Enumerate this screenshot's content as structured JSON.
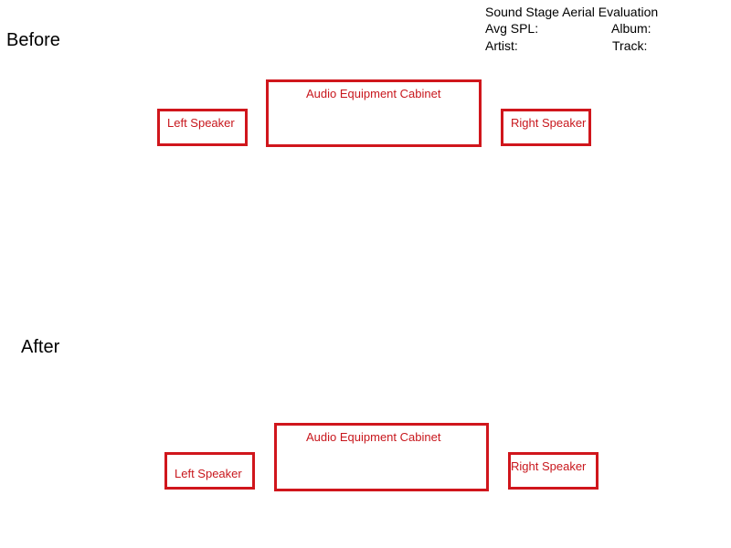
{
  "info": {
    "title": "Sound Stage Aerial Evaluation",
    "avg_spl_label": "Avg SPL:",
    "album_label": "Album:",
    "artist_label": "Artist:",
    "track_label": "Track:"
  },
  "before": {
    "label": "Before",
    "left_speaker": "Left Speaker",
    "cabinet": "Audio Equipment Cabinet",
    "right_speaker": "Right Speaker"
  },
  "after": {
    "label": "After",
    "left_speaker": "Left Speaker",
    "cabinet": "Audio Equipment Cabinet",
    "right_speaker": "Right Speaker"
  },
  "colors": {
    "box_border": "#d0161c",
    "box_text": "#c8171d",
    "text": "#000000",
    "background": "#ffffff"
  }
}
